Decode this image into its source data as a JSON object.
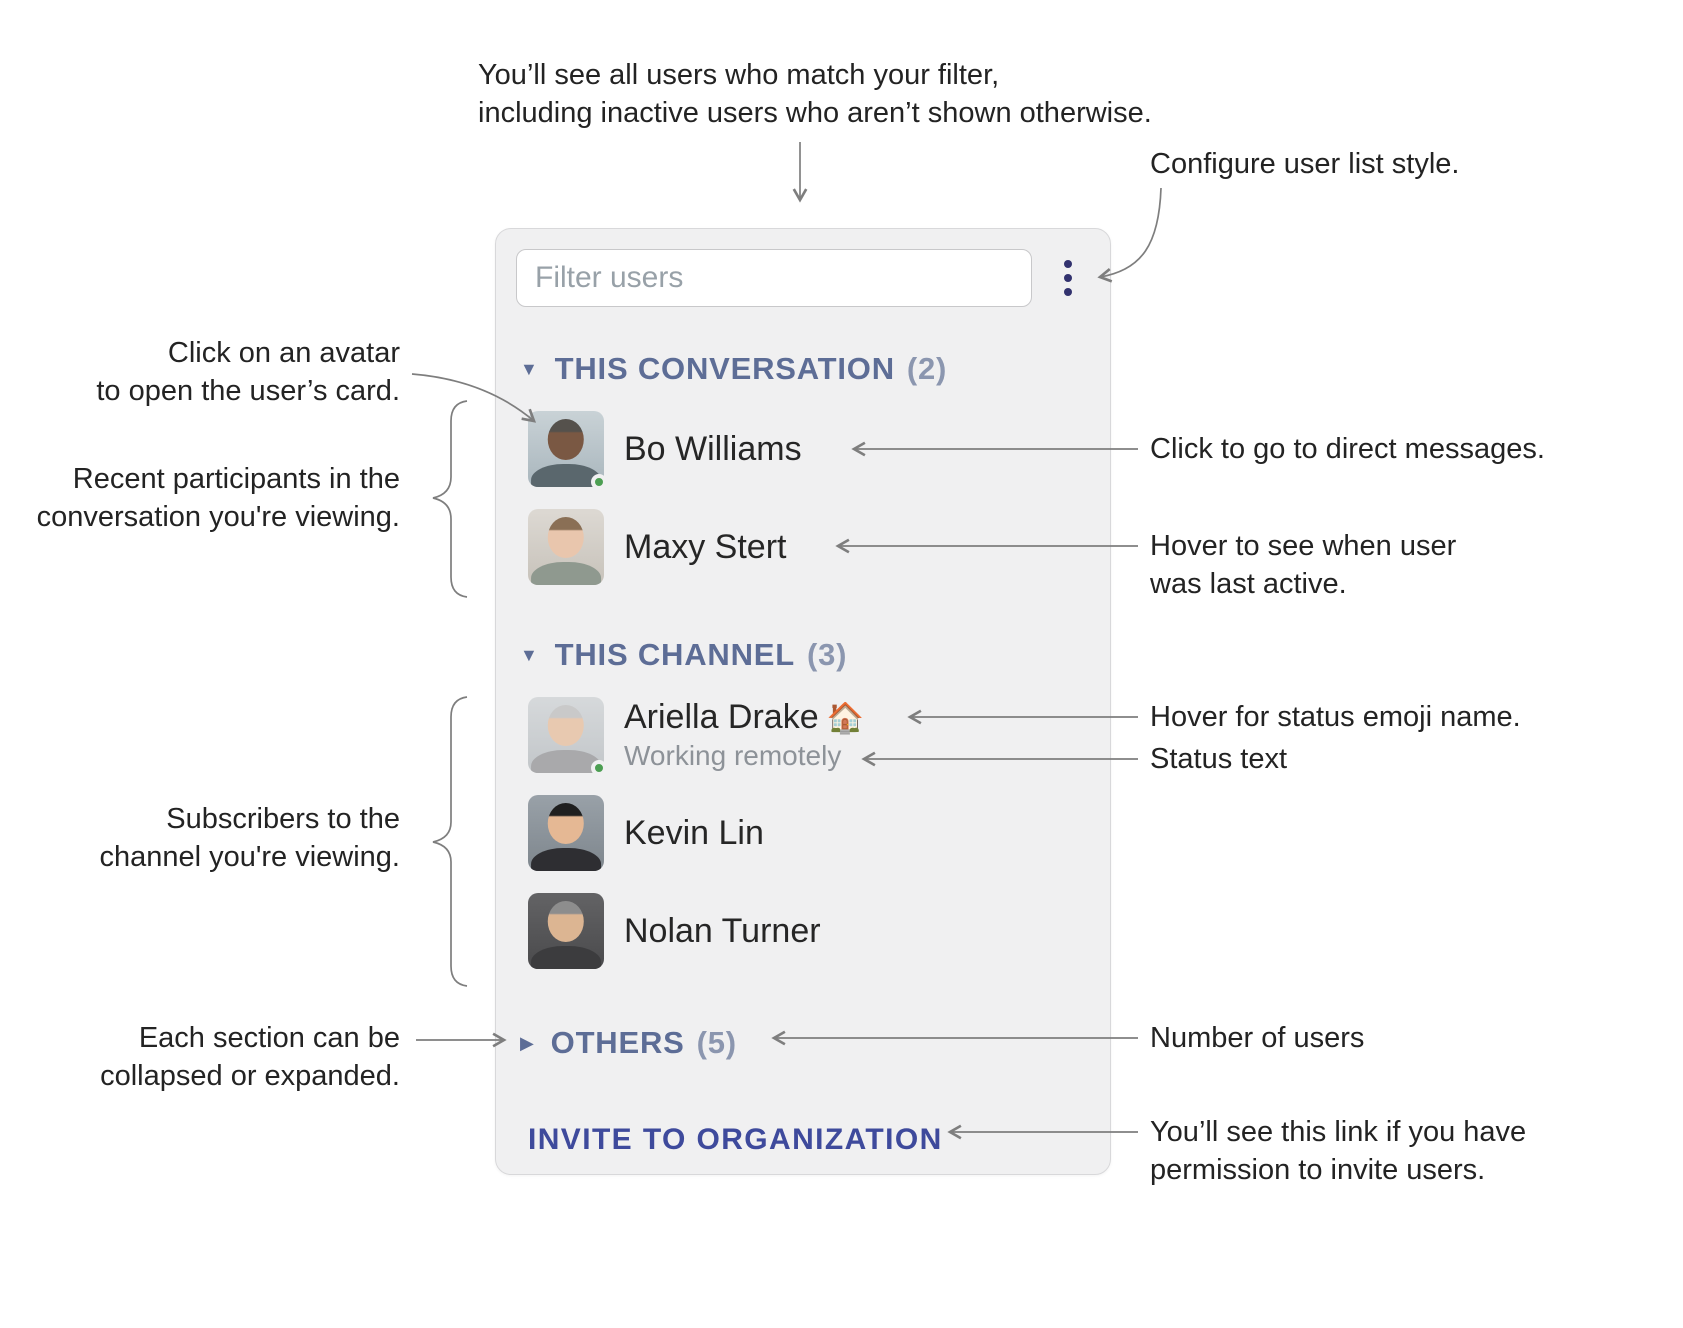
{
  "annotations": {
    "filter_note": "You’ll see all users who match your filter,\nincluding inactive users who aren’t shown otherwise.",
    "configure": "Configure user list style.",
    "avatar_click": "Click on an avatar\nto open the user’s card.",
    "recent_participants": "Recent participants in the\nconversation you're viewing.",
    "direct_messages": "Click to go to direct messages.",
    "last_active": "Hover to see when user\nwas last active.",
    "status_emoji_label": "Hover for status emoji name.",
    "status_text_label": "Status text",
    "subscribers": "Subscribers to the\nchannel you're viewing.",
    "collapse_note": "Each section can be\ncollapsed or expanded.",
    "user_count_label": "Number of users",
    "invite_note": "You’ll see this link if you have\npermission to invite users."
  },
  "panel": {
    "filter_placeholder": "Filter users",
    "sections": [
      {
        "marker": "▼",
        "title": "THIS CONVERSATION",
        "count": "(2)",
        "users": [
          {
            "name": "Bo Williams",
            "online": true
          },
          {
            "name": "Maxy Stert",
            "online": false
          }
        ]
      },
      {
        "marker": "▼",
        "title": "THIS CHANNEL",
        "count": "(3)",
        "users": [
          {
            "name": "Ariella Drake",
            "status_emoji": "🏠",
            "status_text": "Working remotely",
            "online": true
          },
          {
            "name": "Kevin Lin",
            "online": false
          },
          {
            "name": "Nolan Turner",
            "online": false
          }
        ]
      },
      {
        "marker": "▶",
        "title": "OTHERS",
        "count": "(5)",
        "users": []
      }
    ],
    "invite_link": "INVITE TO ORGANIZATION"
  },
  "colors": {
    "section_header": "#5d6d96",
    "section_count": "#8b96af",
    "invite_link": "#3e4a9c",
    "menu_icon": "#32326e",
    "presence_dot": "#4c9e52",
    "panel_background": "#f0f0f1"
  }
}
